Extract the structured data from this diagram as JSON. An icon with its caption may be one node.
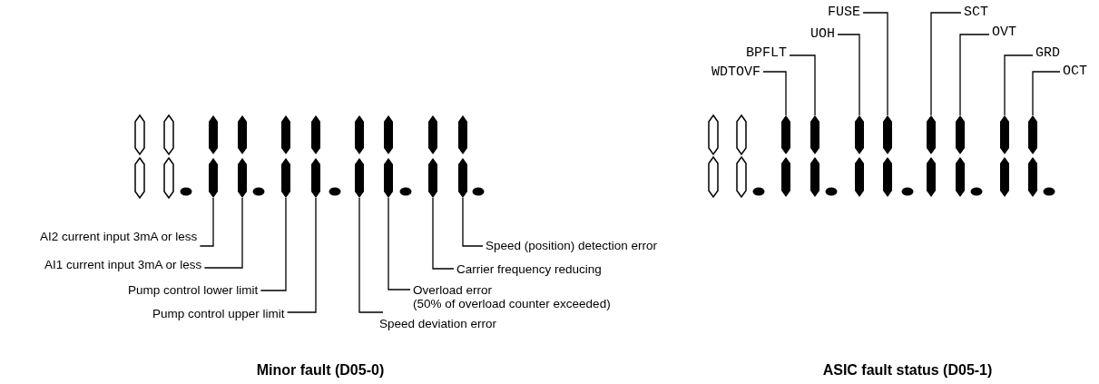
{
  "diagram": {
    "nodes": [
      {
        "text": [
          "AI2 current input 3mA or less"
        ]
      },
      {
        "text": [
          "AI1 current input 3mA or less"
        ]
      },
      {
        "text": [
          "Pump control lower limit"
        ]
      },
      {
        "text": [
          "Pump control upper limit"
        ]
      },
      {
        "text": [
          "Speed deviation error"
        ]
      },
      {
        "text": [
          "Overload error",
          "(50% of overload counter exceeded)"
        ]
      },
      {
        "text": [
          "Carrier frequency reducing"
        ]
      },
      {
        "text": [
          "Speed (position) detection error"
        ]
      },
      {
        "text": [],
        "shape": "bar"
      },
      {
        "text": [],
        "shape": "bar"
      },
      {
        "text": [],
        "shape": "bar"
      },
      {
        "text": [],
        "shape": "bar"
      },
      {
        "text": [],
        "shape": "bar"
      },
      {
        "text": [],
        "shape": "bar"
      },
      {
        "text": [],
        "shape": "bar"
      },
      {
        "text": [],
        "shape": "bar"
      },
      {
        "text": [
          "WDTOVF"
        ]
      },
      {
        "text": [
          "BPFLT"
        ]
      },
      {
        "text": [
          "UOH"
        ]
      },
      {
        "text": [
          "FUSE"
        ]
      },
      {
        "text": [
          "SCT"
        ]
      },
      {
        "text": [
          "OVT"
        ]
      },
      {
        "text": [
          "GRD"
        ]
      },
      {
        "text": [
          "OCT"
        ]
      },
      {
        "text": [],
        "shape": "bar"
      },
      {
        "text": [],
        "shape": "bar"
      },
      {
        "text": [],
        "shape": "bar"
      },
      {
        "text": [],
        "shape": "bar"
      },
      {
        "text": [],
        "shape": "bar"
      },
      {
        "text": [],
        "shape": "bar"
      },
      {
        "text": [],
        "shape": "bar"
      },
      {
        "text": [],
        "shape": "bar"
      }
    ],
    "edges": [
      {
        "from": 0,
        "to": 8,
        "arrow": "none"
      },
      {
        "from": 1,
        "to": 9,
        "arrow": "none"
      },
      {
        "from": 2,
        "to": 10,
        "arrow": "none"
      },
      {
        "from": 3,
        "to": 11,
        "arrow": "none"
      },
      {
        "from": 4,
        "to": 12,
        "arrow": "none"
      },
      {
        "from": 5,
        "to": 13,
        "arrow": "none"
      },
      {
        "from": 6,
        "to": 14,
        "arrow": "none"
      },
      {
        "from": 7,
        "to": 15,
        "arrow": "none"
      },
      {
        "from": 16,
        "to": 24,
        "arrow": "none"
      },
      {
        "from": 17,
        "to": 25,
        "arrow": "none"
      },
      {
        "from": 18,
        "to": 26,
        "arrow": "none"
      },
      {
        "from": 19,
        "to": 27,
        "arrow": "none"
      },
      {
        "from": 20,
        "to": 28,
        "arrow": "none"
      },
      {
        "from": 21,
        "to": 29,
        "arrow": "none"
      },
      {
        "from": 22,
        "to": 30,
        "arrow": "none"
      },
      {
        "from": 23,
        "to": 31,
        "arrow": "none"
      }
    ],
    "labels": [
      "Minor fault (D05-0)",
      "ASIC fault status (D05-1)"
    ]
  }
}
